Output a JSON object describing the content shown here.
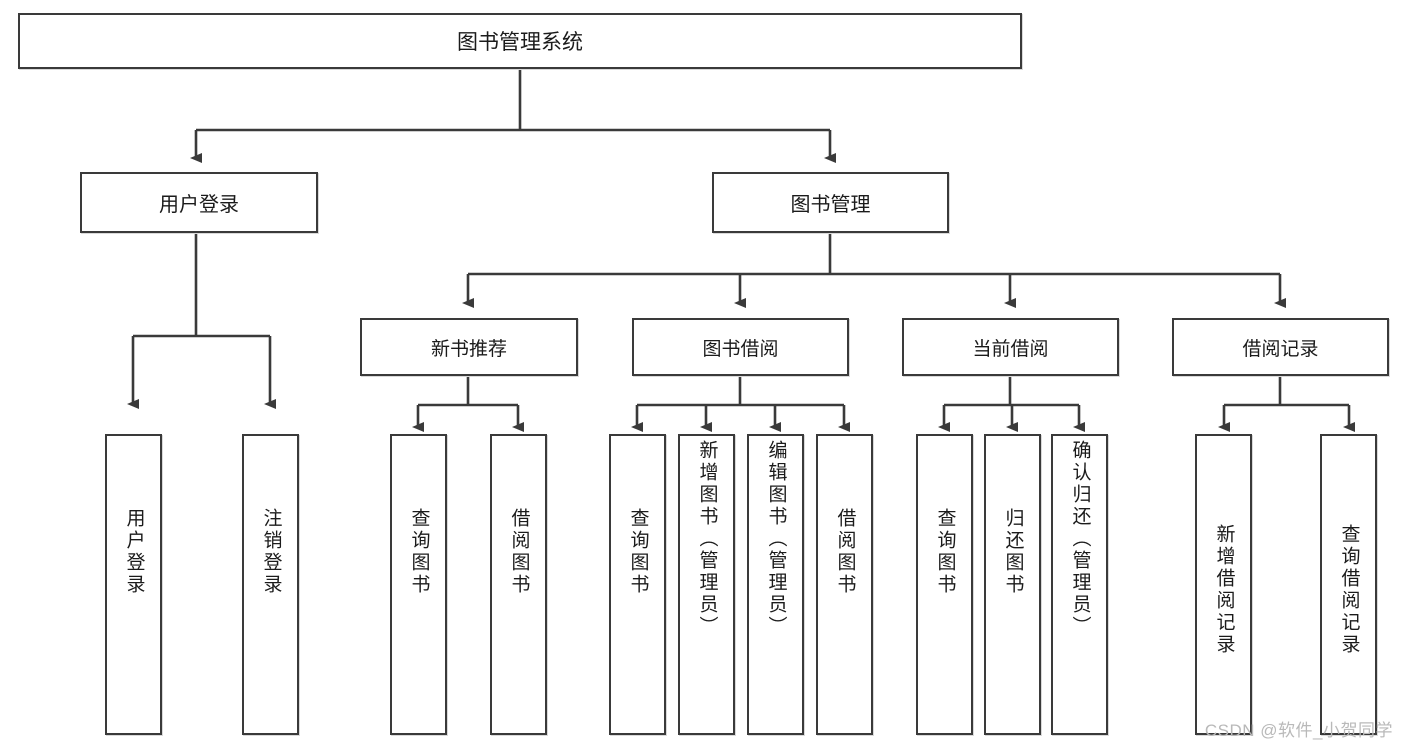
{
  "diagram": {
    "type": "tree-hierarchy",
    "title": "图书管理系统",
    "root": {
      "label": "图书管理系统"
    },
    "level2": [
      {
        "label": "用户登录"
      },
      {
        "label": "图书管理"
      }
    ],
    "level3": [
      {
        "label": "新书推荐"
      },
      {
        "label": "图书借阅"
      },
      {
        "label": "当前借阅"
      },
      {
        "label": "借阅记录"
      }
    ],
    "leaves": {
      "user_login": [
        {
          "label": "用户登录"
        },
        {
          "label": "注销登录"
        }
      ],
      "new_book_recommend": [
        {
          "label": "查询图书"
        },
        {
          "label": "借阅图书"
        }
      ],
      "book_borrow": [
        {
          "label": "查询图书"
        },
        {
          "label": "新增图书（管理员）"
        },
        {
          "label": "编辑图书（管理员）"
        },
        {
          "label": "借阅图书"
        }
      ],
      "current_borrow": [
        {
          "label": "查询图书"
        },
        {
          "label": "归还图书"
        },
        {
          "label": "确认归还（管理员）"
        }
      ],
      "borrow_record": [
        {
          "label": "新增借阅记录"
        },
        {
          "label": "查询借阅记录"
        }
      ]
    }
  },
  "watermark": {
    "text": "CSDN @软件_小贺同学"
  },
  "colors": {
    "stroke": "#3a3a3a",
    "background": "#ffffff",
    "text": "#1b1b1b",
    "watermark": "#b9b9b9"
  }
}
